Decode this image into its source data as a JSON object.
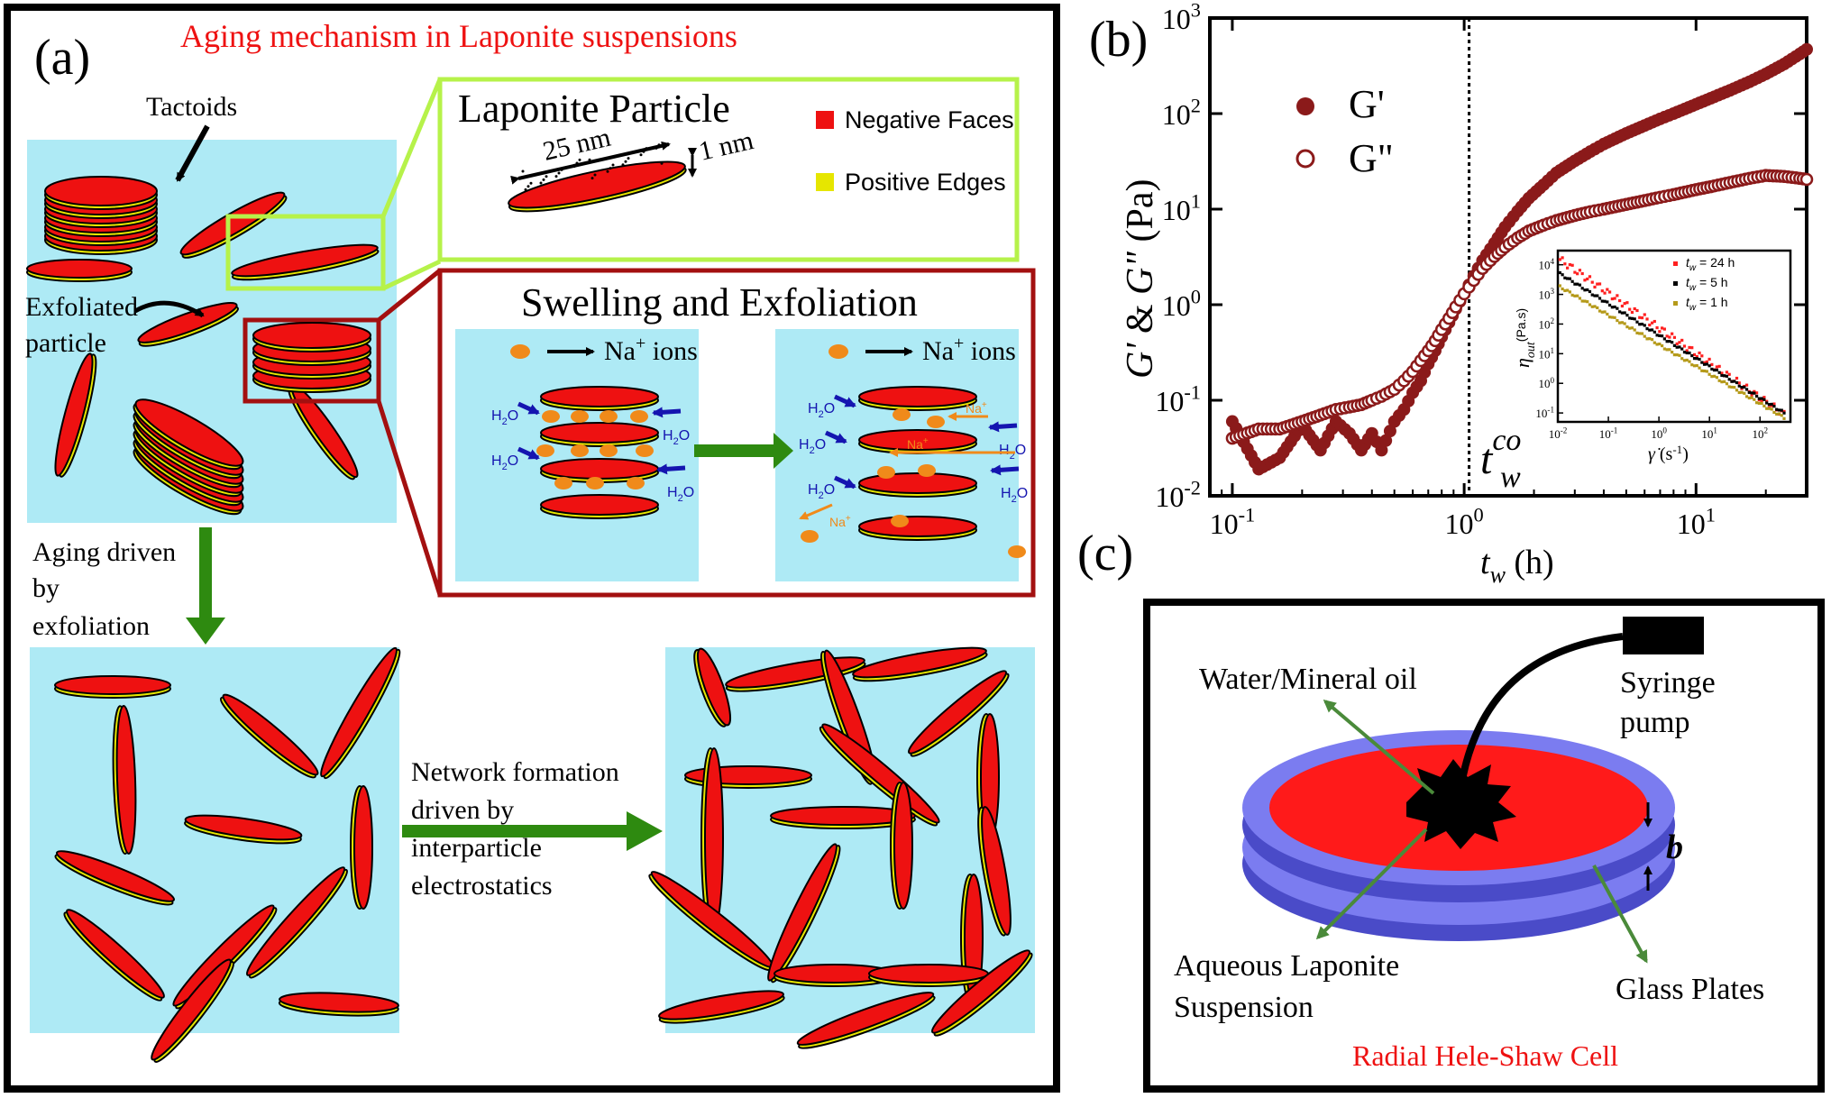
{
  "panel_a": {
    "letter": "(a)",
    "title": "Aging mechanism in Laponite suspensions",
    "tactoids": "Tactoids",
    "exfoliated_1": "Exfoliated",
    "exfoliated_2": "particle",
    "particle_box": {
      "title": "Laponite Particle",
      "dim_long": "25 nm",
      "dim_short": "1 nm",
      "legend_neg": "Negative Faces",
      "legend_pos": "Positive Edges"
    },
    "swelling_box": {
      "title": "Swelling and Exfoliation",
      "na_ions": "Na",
      "na_sup": "+",
      "na_ions_suffix": " ions",
      "h2o": "H",
      "h2o_sub": "2",
      "h2o_end": "O",
      "na_small": "Na",
      "na_small_sup": "+"
    },
    "aging_1": "Aging driven",
    "aging_2": "by",
    "aging_3": "exfoliation",
    "network_1": "Network formation",
    "network_2": "driven by",
    "network_3": "interparticle",
    "network_4": "electrostatics",
    "colors": {
      "water": "#aeeaf5",
      "particle": "#ee1111",
      "edge": "#e6e600",
      "arrow": "#2e8a10",
      "box_green": "#b6f24a",
      "box_red": "#a31010"
    }
  },
  "panel_b": {
    "letter": "(b)",
    "ylabel_1": "G'",
    "ylabel_amp": " & ",
    "ylabel_2": "G\"",
    "ylabel_unit": " (Pa)",
    "xlabel_t": "t",
    "xlabel_w": "w",
    "xlabel_unit": " (h)",
    "legend_1": "G'",
    "legend_2": "G\"",
    "tco_t": "t",
    "tco_sup": "co",
    "tco_sub": "w",
    "xticks": [
      {
        "base": "10",
        "exp": "-1",
        "value": 0.1
      },
      {
        "base": "10",
        "exp": "0",
        "value": 1
      },
      {
        "base": "10",
        "exp": "1",
        "value": 10
      }
    ],
    "yticks": [
      {
        "base": "10",
        "exp": "-2",
        "value": 0.01
      },
      {
        "base": "10",
        "exp": "-1",
        "value": 0.1
      },
      {
        "base": "10",
        "exp": "0",
        "value": 1
      },
      {
        "base": "10",
        "exp": "1",
        "value": 10
      },
      {
        "base": "10",
        "exp": "2",
        "value": 100
      },
      {
        "base": "10",
        "exp": "3",
        "value": 1000
      }
    ],
    "color": "#8b1a1a"
  },
  "chart_data": [
    {
      "type": "scatter",
      "xscale": "log",
      "yscale": "log",
      "xlim": [
        0.08,
        30
      ],
      "ylim": [
        0.01,
        1000
      ],
      "xlabel": "t_w (h)",
      "ylabel": "G' & G\" (Pa)",
      "vline_x": 1.05,
      "series": [
        {
          "name": "G'",
          "marker": "filled",
          "points": [
            [
              0.1,
              0.06
            ],
            [
              0.13,
              0.019
            ],
            [
              0.16,
              0.025
            ],
            [
              0.2,
              0.055
            ],
            [
              0.24,
              0.03
            ],
            [
              0.28,
              0.06
            ],
            [
              0.32,
              0.045
            ],
            [
              0.36,
              0.03
            ],
            [
              0.4,
              0.045
            ],
            [
              0.44,
              0.03
            ],
            [
              0.5,
              0.06
            ],
            [
              0.55,
              0.08
            ],
            [
              0.6,
              0.12
            ],
            [
              0.65,
              0.16
            ],
            [
              0.7,
              0.24
            ],
            [
              0.75,
              0.33
            ],
            [
              0.8,
              0.46
            ],
            [
              0.86,
              0.65
            ],
            [
              0.92,
              0.9
            ],
            [
              1.0,
              1.3
            ],
            [
              1.1,
              2.0
            ],
            [
              1.2,
              2.9
            ],
            [
              1.35,
              4.4
            ],
            [
              1.5,
              6.5
            ],
            [
              1.7,
              9.5
            ],
            [
              1.9,
              13
            ],
            [
              2.2,
              18
            ],
            [
              2.5,
              24
            ],
            [
              3,
              32
            ],
            [
              3.5,
              40
            ],
            [
              4,
              48
            ],
            [
              5,
              62
            ],
            [
              6,
              75
            ],
            [
              7,
              88
            ],
            [
              8,
              100
            ],
            [
              10,
              125
            ],
            [
              12,
              150
            ],
            [
              14,
              175
            ],
            [
              17,
              215
            ],
            [
              20,
              260
            ],
            [
              24,
              330
            ],
            [
              28,
              420
            ],
            [
              30,
              470
            ]
          ]
        },
        {
          "name": "G\"",
          "marker": "open",
          "points": [
            [
              0.1,
              0.04
            ],
            [
              0.13,
              0.05
            ],
            [
              0.16,
              0.05
            ],
            [
              0.2,
              0.06
            ],
            [
              0.24,
              0.07
            ],
            [
              0.28,
              0.08
            ],
            [
              0.32,
              0.085
            ],
            [
              0.36,
              0.09
            ],
            [
              0.4,
              0.1
            ],
            [
              0.44,
              0.11
            ],
            [
              0.5,
              0.13
            ],
            [
              0.55,
              0.16
            ],
            [
              0.6,
              0.2
            ],
            [
              0.65,
              0.26
            ],
            [
              0.7,
              0.33
            ],
            [
              0.75,
              0.42
            ],
            [
              0.8,
              0.55
            ],
            [
              0.86,
              0.72
            ],
            [
              0.92,
              0.95
            ],
            [
              1.0,
              1.3
            ],
            [
              1.1,
              1.8
            ],
            [
              1.2,
              2.4
            ],
            [
              1.35,
              3.2
            ],
            [
              1.5,
              4.0
            ],
            [
              1.7,
              5.0
            ],
            [
              1.9,
              5.9
            ],
            [
              2.2,
              6.8
            ],
            [
              2.5,
              7.6
            ],
            [
              3,
              8.6
            ],
            [
              3.5,
              9.4
            ],
            [
              4,
              10
            ],
            [
              5,
              11.2
            ],
            [
              6,
              12.3
            ],
            [
              7,
              13.3
            ],
            [
              8,
              14.2
            ],
            [
              10,
              16
            ],
            [
              12,
              17.5
            ],
            [
              14,
              19
            ],
            [
              17,
              21
            ],
            [
              20,
              22.5
            ],
            [
              24,
              22
            ],
            [
              28,
              21
            ],
            [
              30,
              20.5
            ]
          ]
        }
      ]
    },
    {
      "type": "scatter",
      "xscale": "log",
      "yscale": "log",
      "xlim": [
        0.01,
        400
      ],
      "ylim": [
        0.05,
        30000
      ],
      "xlabel": "γ̇ (s⁻¹)",
      "ylabel": "η_out (Pa.s)",
      "xticks": [
        {
          "base": "10",
          "exp": "-2",
          "value": 0.01
        },
        {
          "base": "10",
          "exp": "-1",
          "value": 0.1
        },
        {
          "base": "10",
          "exp": "0",
          "value": 1
        },
        {
          "base": "10",
          "exp": "1",
          "value": 10
        },
        {
          "base": "10",
          "exp": "2",
          "value": 100
        }
      ],
      "yticks": [
        {
          "base": "10",
          "exp": "-1",
          "value": 0.1
        },
        {
          "base": "10",
          "exp": "0",
          "value": 1
        },
        {
          "base": "10",
          "exp": "1",
          "value": 10
        },
        {
          "base": "10",
          "exp": "2",
          "value": 100
        },
        {
          "base": "10",
          "exp": "3",
          "value": 1000
        },
        {
          "base": "10",
          "exp": "4",
          "value": 10000
        }
      ],
      "series": [
        {
          "name": "24 h",
          "color": "#ff2020",
          "from": [
            0.011,
            15000
          ],
          "to": [
            300,
            0.09
          ]
        },
        {
          "name": "5 h",
          "color": "#000000",
          "from": [
            0.011,
            5000
          ],
          "to": [
            300,
            0.1
          ]
        },
        {
          "name": "1 h",
          "color": "#b59a1a",
          "from": [
            0.011,
            1800
          ],
          "to": [
            300,
            0.07
          ]
        }
      ],
      "legend": [
        {
          "t": "t",
          "sub": "w",
          "rest": " = 24 h",
          "color": "#ff2020"
        },
        {
          "t": "t",
          "sub": "w",
          "rest": " = 5 h",
          "color": "#000000"
        },
        {
          "t": "t",
          "sub": "w",
          "rest": " = 1 h",
          "color": "#b59a1a"
        }
      ],
      "ylabel_eta": "η",
      "ylabel_sub": "out",
      "ylabel_unit": "(Pa.s)",
      "xlabel_gamma": "γ̇",
      "xlabel_unit": " (s",
      "xlabel_sup": "-1",
      "xlabel_end": ")"
    }
  ],
  "panel_c": {
    "letter": "(c)",
    "water_oil": "Water/Mineral oil",
    "syringe_1": "Syringe",
    "syringe_2": "pump",
    "aqueous_1": "Aqueous Laponite",
    "aqueous_2": "Suspension",
    "glass": "Glass Plates",
    "gap": "b",
    "caption": "Radial Hele-Shaw Cell",
    "colors": {
      "plate": "#7b7cf0",
      "plate_dark": "#4a4bc8",
      "suspension": "#ff1a1a",
      "caption": "#ee1111",
      "pointer": "#4a8a3a"
    }
  }
}
